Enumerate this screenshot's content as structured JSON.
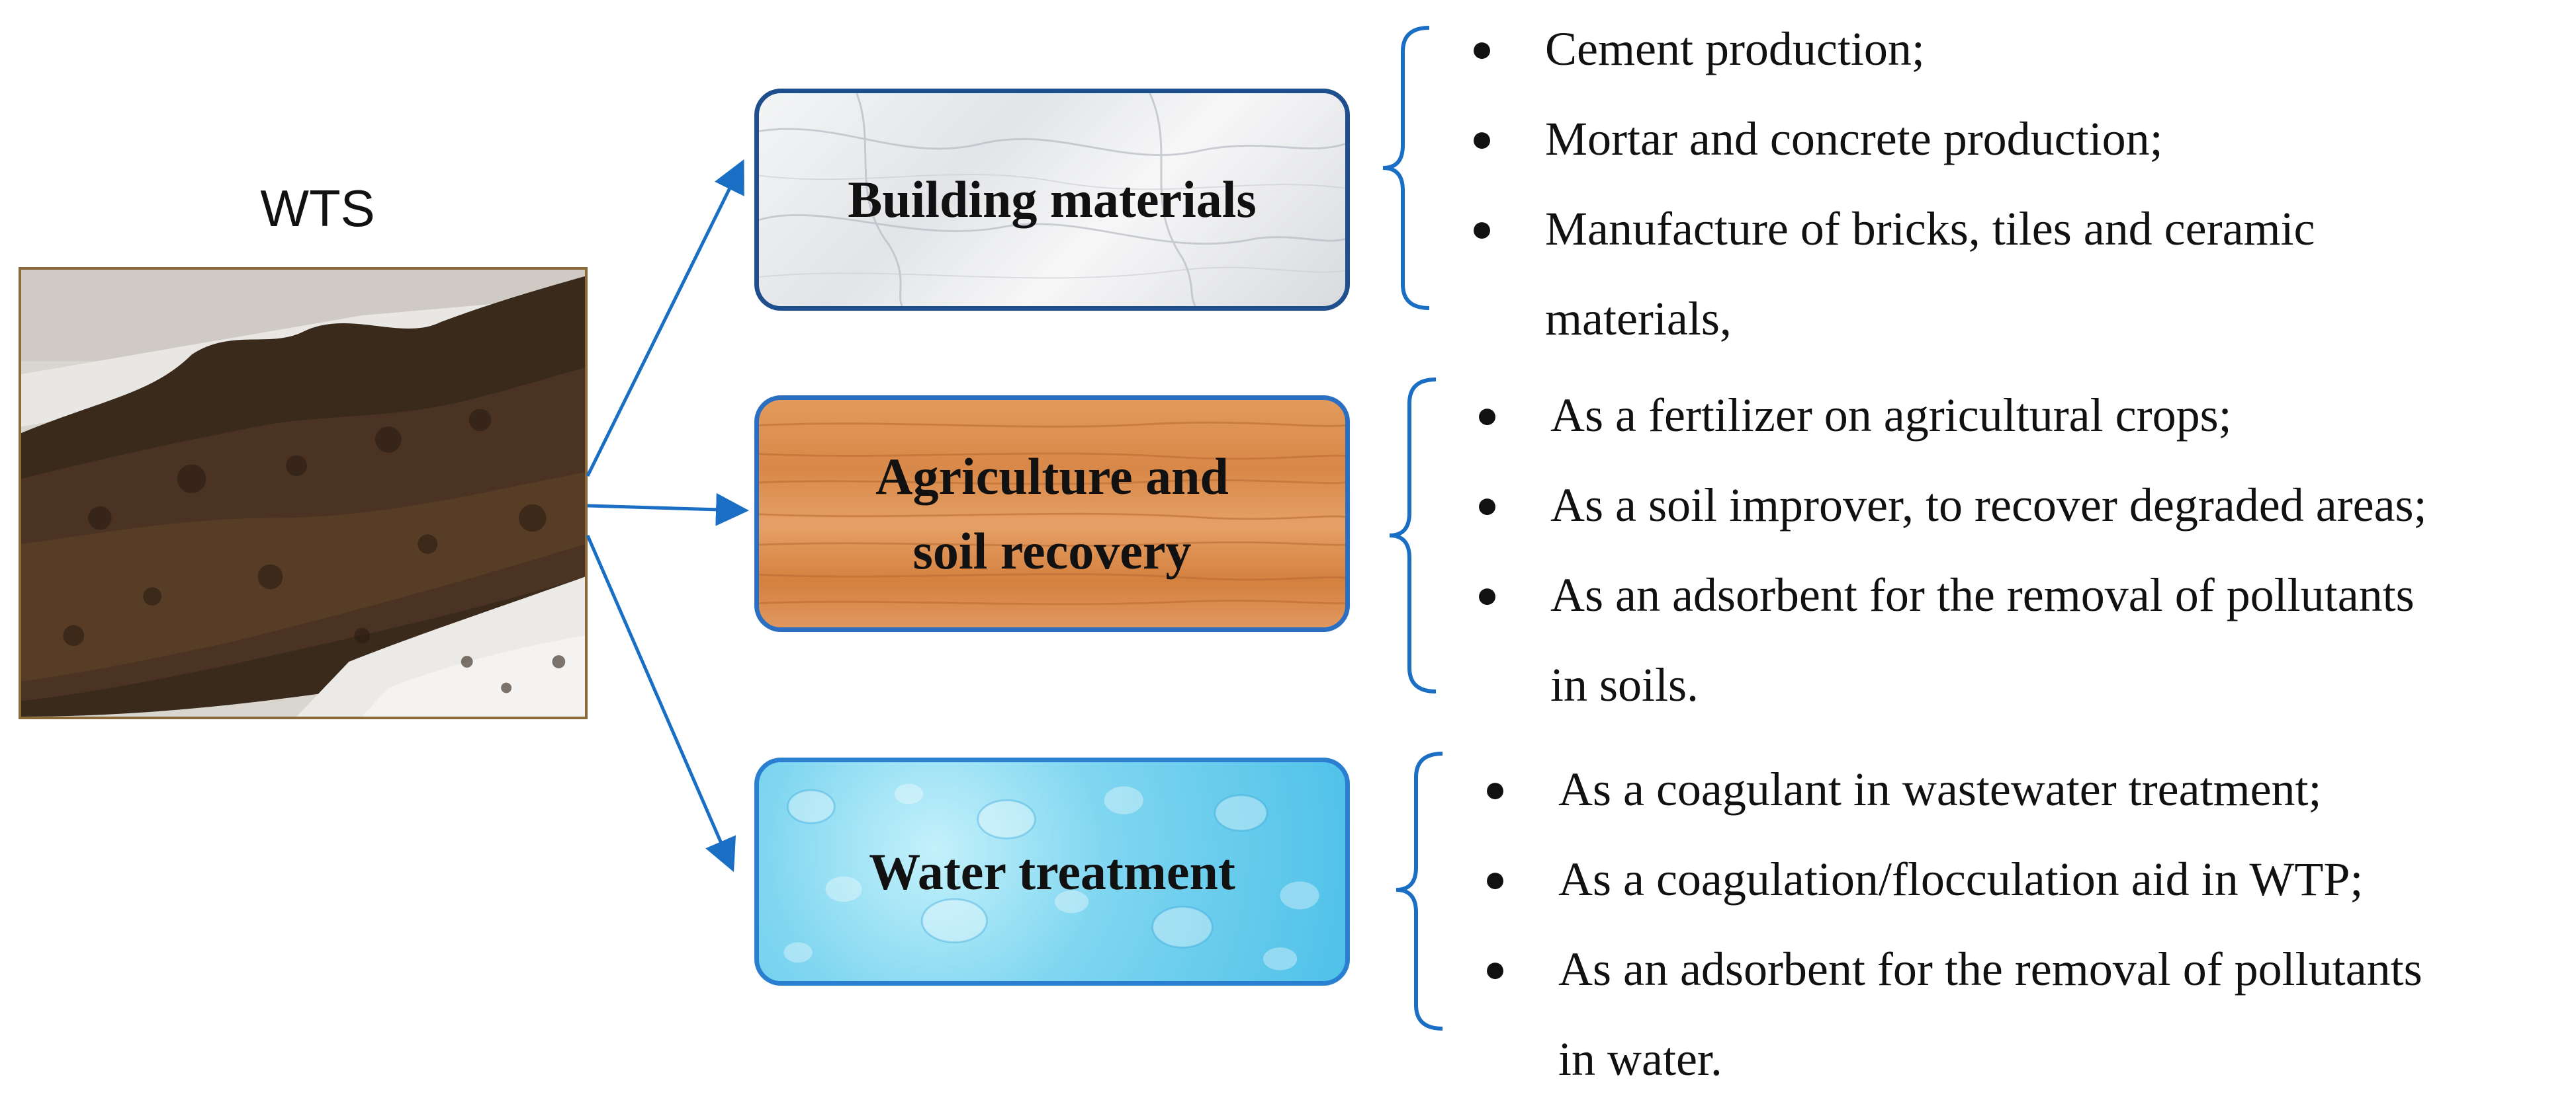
{
  "source": {
    "label": "WTS",
    "image": "wts-sludge-pile-photo"
  },
  "colors": {
    "arrow": "#1a6fc4",
    "bracket": "#1a6fc4",
    "building_border": "#1f4e8c",
    "agriculture_border": "#2a6fc2",
    "water_border": "#2a7fd0"
  },
  "categories": [
    {
      "label_lines": [
        "Building materials"
      ],
      "texture": "white-marble",
      "items": [
        [
          "Cement production;"
        ],
        [
          "Mortar and concrete production;"
        ],
        [
          "Manufacture of bricks, tiles and ceramic",
          "materials,"
        ]
      ]
    },
    {
      "label_lines": [
        "Agriculture and",
        "soil recovery"
      ],
      "texture": "wood-grain",
      "items": [
        [
          "As a fertilizer on agricultural crops;"
        ],
        [
          "As a soil improver, to recover degraded areas;"
        ],
        [
          "As an adsorbent for the removal of pollutants",
          "in soils."
        ]
      ]
    },
    {
      "label_lines": [
        "Water treatment"
      ],
      "texture": "water-drops",
      "items": [
        [
          "As a coagulant in wastewater treatment;"
        ],
        [
          "As a coagulation/flocculation aid in WTP;"
        ],
        [
          "As an adsorbent for the removal of pollutants",
          "in water."
        ]
      ]
    }
  ]
}
